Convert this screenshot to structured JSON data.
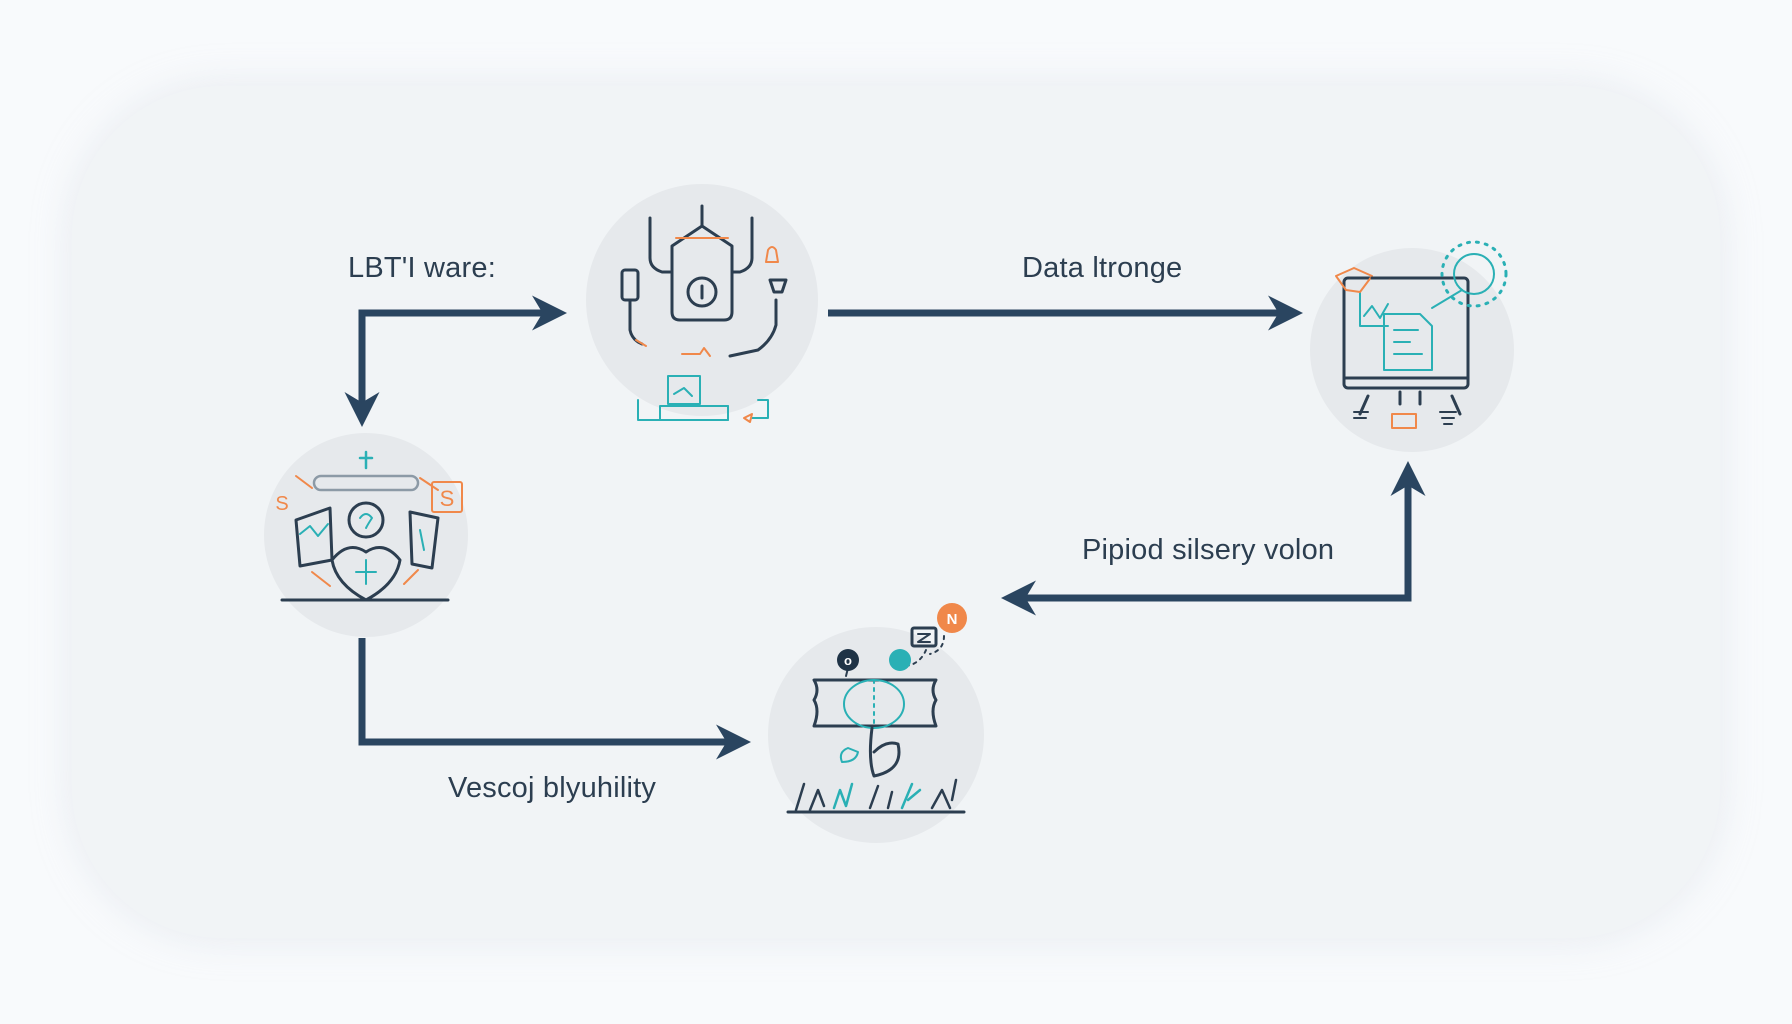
{
  "diagram": {
    "labels": {
      "step_1": "LBT'I ware:",
      "step_2": "Data ltronge",
      "step_3": "Pipiod silsery volon",
      "step_4": "Vescoj blyuhility"
    },
    "icon_badges": {
      "s_left": "S",
      "s_right": "S",
      "n_badge": "N",
      "o_badge": "o"
    },
    "colors": {
      "panel": "#f1f4f6",
      "node_fill": "#e6e9ec",
      "arrow": "#2a4560",
      "ink": "#2c3e50",
      "teal": "#2ab0b5",
      "orange": "#f0884a"
    }
  }
}
